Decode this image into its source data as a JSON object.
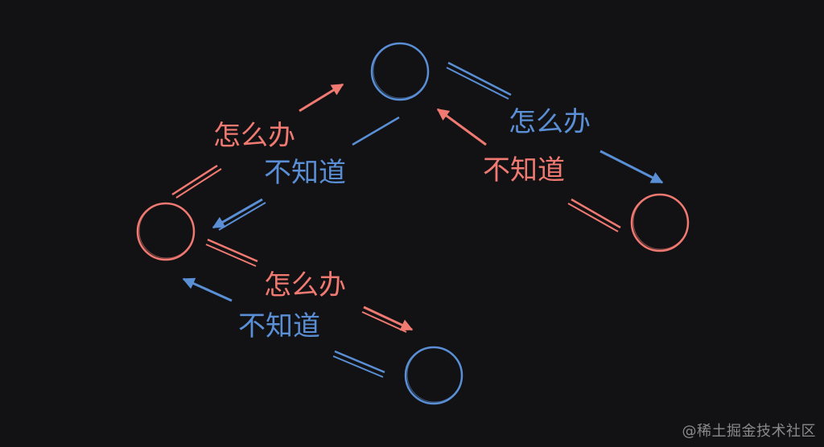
{
  "colors": {
    "background": "#121214",
    "red": "#f07a72",
    "blue": "#5a8fd6",
    "watermark": "#8a8a8a"
  },
  "labels": {
    "left_up_ask": "怎么办",
    "left_up_answer": "不知道",
    "right_down_ask": "怎么办",
    "right_down_answer": "不知道",
    "bottom_ask": "怎么办",
    "bottom_answer": "不知道"
  },
  "watermark": "@稀土掘金技术社区"
}
